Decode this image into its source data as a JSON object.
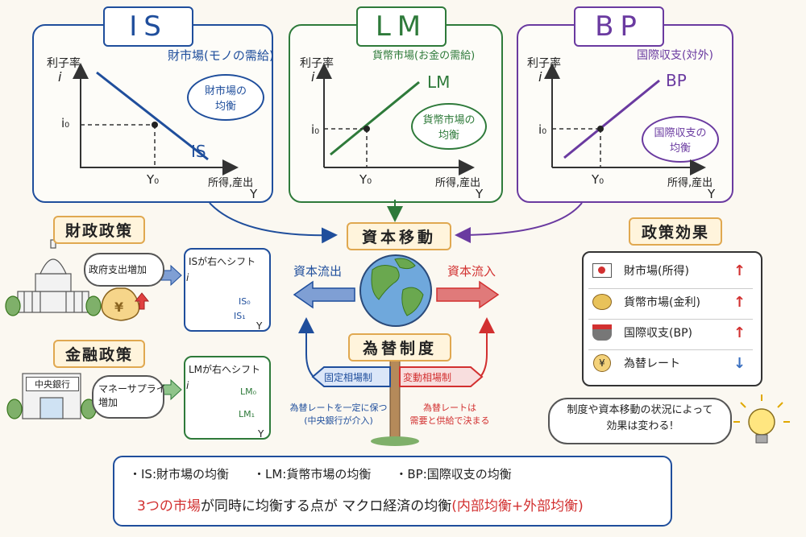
{
  "is_panel": {
    "tag": "IS",
    "subtitle": "財市場(モノの需給)",
    "ylabel": "利子率",
    "yvar": "i",
    "i0": "i₀",
    "y0": "Y₀",
    "xlabel": "所得,産出",
    "xvar": "Y",
    "curve": "IS",
    "cloud": "財市場の\n均衡",
    "color": "#1f4e9c"
  },
  "lm_panel": {
    "tag": "LM",
    "subtitle": "貨幣市場(お金の需給)",
    "ylabel": "利子率",
    "yvar": "i",
    "i0": "i₀",
    "y0": "Y₀",
    "xlabel": "所得,産出",
    "xvar": "Y",
    "curve": "LM",
    "cloud": "貨幣市場の\n均衡",
    "color": "#2e7a3a"
  },
  "bp_panel": {
    "tag": "BP",
    "subtitle": "国際収支(対外)",
    "ylabel": "利子率",
    "yvar": "i",
    "i0": "i₀",
    "y0": "Y₀",
    "xlabel": "所得,産出",
    "xvar": "Y",
    "curve": "BP",
    "cloud": "国際収支の\n均衡",
    "color": "#6a3aa0"
  },
  "center": {
    "capital": "資本移動",
    "outflow": "資本流出",
    "inflow": "資本流入",
    "regime": "為替制度",
    "fixed": "固定相場制",
    "floating": "変動相場制",
    "fixed_note": "為替レートを一定に保つ\n(中央銀行が介入)",
    "floating_note": "為替レートは\n需要と供給で決まる"
  },
  "fiscal": {
    "title": "財政政策",
    "bubble": "政府支出増加",
    "bag": "¥",
    "shift": "ISが右へシフト",
    "i": "i",
    "y": "Y",
    "c0": "IS₀",
    "c1": "IS₁"
  },
  "monetary": {
    "title": "金融政策",
    "bank": "中央銀行",
    "bubble": "マネーサプライ\n増加",
    "shift": "LMが右へシフト",
    "i": "i",
    "y": "Y",
    "c0": "LM₀",
    "c1": "LM₁"
  },
  "effects": {
    "title": "政策効果",
    "rows": [
      {
        "label": "財市場(所得)",
        "icon": "japan-flag-icon",
        "arrow": "up"
      },
      {
        "label": "貨幣市場(金利)",
        "icon": "coins-icon",
        "arrow": "up"
      },
      {
        "label": "国際収支(BP)",
        "icon": "ship-icon",
        "arrow": "up"
      },
      {
        "label": "為替レート",
        "icon": "yen-coin-icon",
        "arrow": "down"
      }
    ],
    "yen": "¥",
    "note": "制度や資本移動の状況によって\n効果は変わる!"
  },
  "bottom": {
    "line1": [
      "・IS:財市場の均衡",
      "・LM:貨幣市場の均衡",
      "・BP:国際収支の均衡"
    ],
    "line2_a": "3つの市場",
    "line2_b": "が同時に均衡する点が",
    "line2_c": "マクロ経済の均衡",
    "line2_d": "(内部均衡+外部均衡)"
  },
  "colors": {
    "blue": "#1f4e9c",
    "green": "#2e7a3a",
    "purple": "#6a3aa0",
    "red": "#d23030",
    "orange": "#e0a850"
  }
}
